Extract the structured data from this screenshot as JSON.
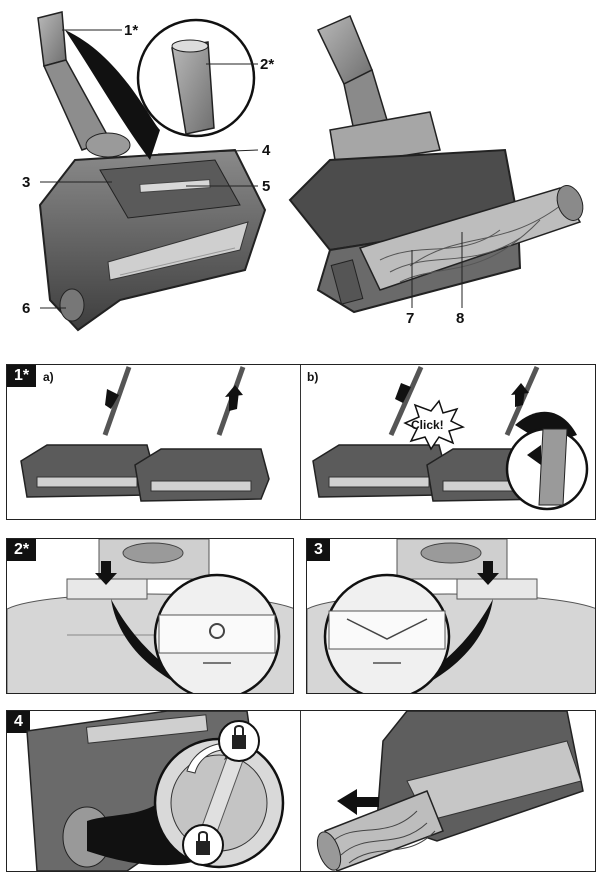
{
  "overview": {
    "callouts": [
      "1*",
      "2*",
      "3",
      "4",
      "5",
      "6",
      "7",
      "8"
    ]
  },
  "step1": {
    "tag": "1*",
    "sub_a": "a)",
    "sub_b": "b)",
    "click_text": "Click!"
  },
  "step2": {
    "tag": "2*"
  },
  "step3": {
    "tag": "3"
  },
  "step4": {
    "tag": "4"
  }
}
